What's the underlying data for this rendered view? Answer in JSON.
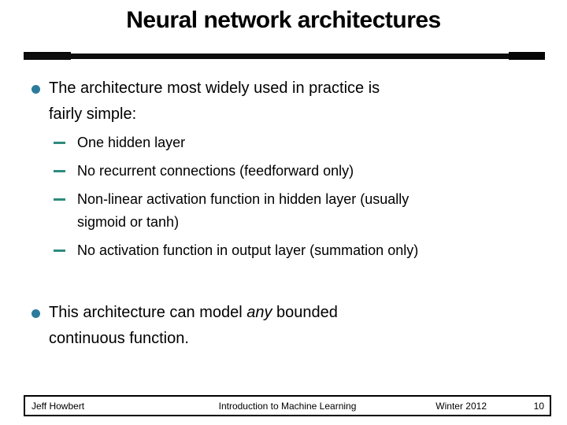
{
  "slide": {
    "title": "Neural network architectures",
    "colors": {
      "title_text": "#000000",
      "body_text": "#000000",
      "bullet_dot": "#2d7b9b",
      "sub_dash": "#2d8b7d",
      "rule": "#0d0d0d",
      "background": "#ffffff"
    },
    "bullet1": {
      "line1": "The architecture most widely used in practice is",
      "line2": "fairly simple:"
    },
    "sub_bullets": [
      {
        "line1": "One hidden layer"
      },
      {
        "line1": "No recurrent connections (feedforward only)"
      },
      {
        "line1": "Non-linear activation function in hidden layer (usually",
        "line2": "sigmoid or tanh)"
      },
      {
        "line1": "No activation function in output layer (summation only)"
      }
    ],
    "bullet2": {
      "line1_prefix": "This architecture can model ",
      "line1_italic": "any",
      "line1_suffix": " bounded",
      "line2": "continuous function."
    },
    "footer": {
      "author": "Jeff Howbert",
      "course": "Introduction to Machine Learning",
      "term": "Winter 2012",
      "page": "10"
    }
  }
}
